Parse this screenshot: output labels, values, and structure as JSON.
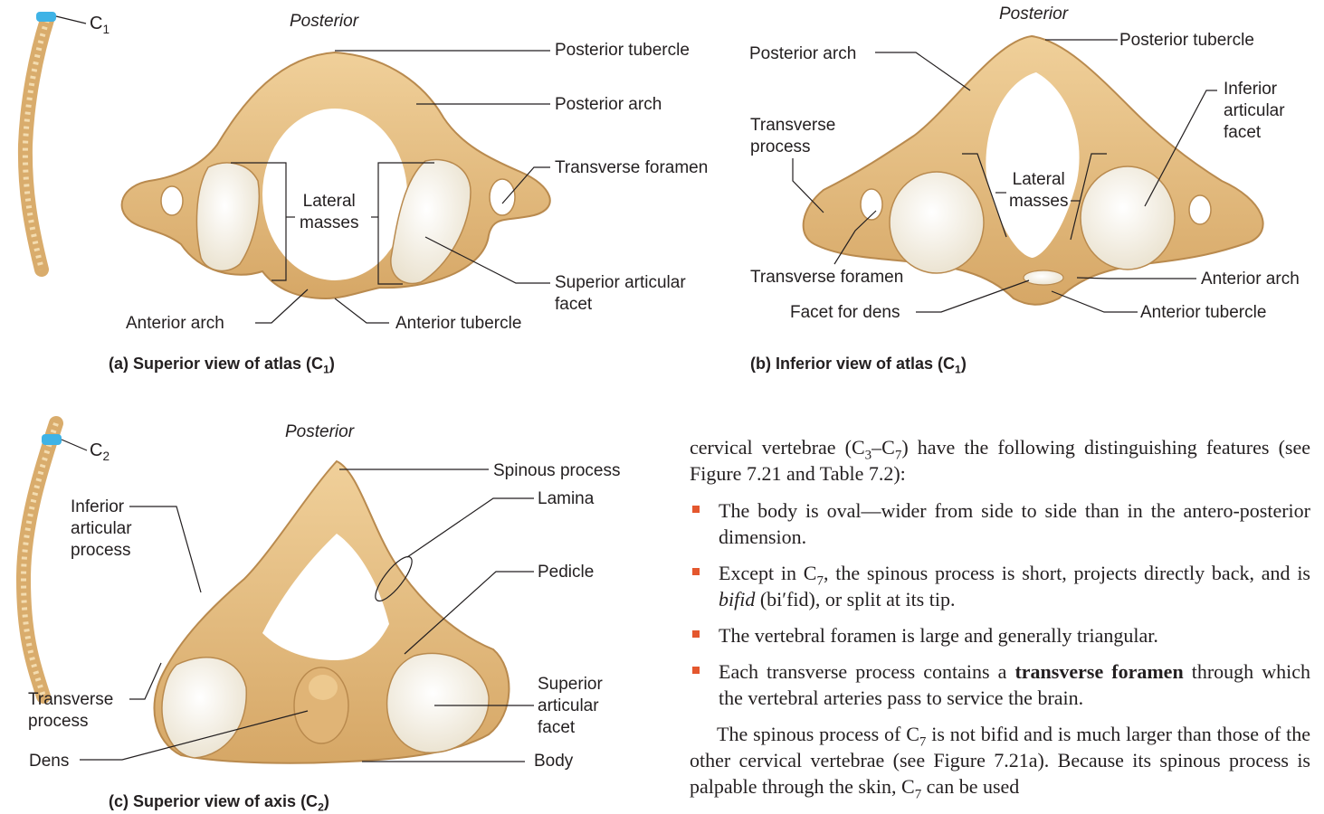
{
  "panel_a": {
    "spine_label": {
      "main": "C",
      "sub": "1"
    },
    "orientation": "Posterior",
    "labels": {
      "posterior_tubercle": "Posterior tubercle",
      "posterior_arch": "Posterior arch",
      "transverse_foramen": "Transverse foramen",
      "lateral_masses": [
        "Lateral",
        "masses"
      ],
      "superior_articular_facet": [
        "Superior articular",
        "facet"
      ],
      "anterior_arch": "Anterior arch",
      "anterior_tubercle": "Anterior tubercle"
    },
    "caption": {
      "pre": "(a) Superior view of atlas (C",
      "sub": "1",
      "post": ")"
    }
  },
  "panel_b": {
    "orientation": "Posterior",
    "labels": {
      "posterior_arch": "Posterior arch",
      "posterior_tubercle": "Posterior tubercle",
      "transverse_process": [
        "Transverse",
        "process"
      ],
      "inferior_articular_facet": [
        "Inferior",
        "articular",
        "facet"
      ],
      "lateral_masses": [
        "Lateral",
        "masses"
      ],
      "transverse_foramen": "Transverse foramen",
      "anterior_arch": "Anterior arch",
      "facet_for_dens": "Facet for dens",
      "anterior_tubercle": "Anterior tubercle"
    },
    "caption": {
      "pre": "(b) Inferior view of atlas (C",
      "sub": "1",
      "post": ")"
    }
  },
  "panel_c": {
    "spine_label": {
      "main": "C",
      "sub": "2"
    },
    "orientation": "Posterior",
    "labels": {
      "spinous_process": "Spinous process",
      "lamina": "Lamina",
      "inferior_articular_process": [
        "Inferior",
        "articular",
        "process"
      ],
      "pedicle": "Pedicle",
      "transverse_process": [
        "Transverse",
        "process"
      ],
      "superior_articular_facet": [
        "Superior",
        "articular",
        "facet"
      ],
      "dens": "Dens",
      "body": "Body"
    },
    "caption": {
      "pre": "(c) Superior view of axis (C",
      "sub": "2",
      "post": ")"
    }
  },
  "text": {
    "intro": {
      "p1": "cervical vertebrae (C",
      "s1": "3",
      "p2": "–C",
      "s2": "7",
      "p3": ") have the following distinguishing features (see Figure 7.21 and Table 7.2):"
    },
    "b1": "The body is oval—wider from side to side than in the antero-posterior dimension.",
    "b2": {
      "p1": "Except in C",
      "s1": "7",
      "p2": ", the spinous process is short, projects directly back, and is ",
      "em": "bifid",
      "p3": " (bi′fid), or split at its tip."
    },
    "b3": "The vertebral foramen is large and generally triangular.",
    "b4": {
      "p1": "Each transverse process contains a ",
      "strong": "transverse foramen",
      "p2": " through which the vertebral arteries pass to service the brain."
    },
    "para2": {
      "p1": "The spinous process of C",
      "s1": "7",
      "p2": " is not bifid and is much larger than those of the other cervical vertebrae (see Figure 7.21a). Because its spinous process is palpable through the skin, C",
      "s2": "7",
      "p3": " can be used"
    }
  },
  "colors": {
    "bone": "#e6bf86",
    "bone_dark": "#b98a4e",
    "facet": "#f4efe2",
    "highlight": "#3fb3e6",
    "bullet": "#e4572e"
  }
}
